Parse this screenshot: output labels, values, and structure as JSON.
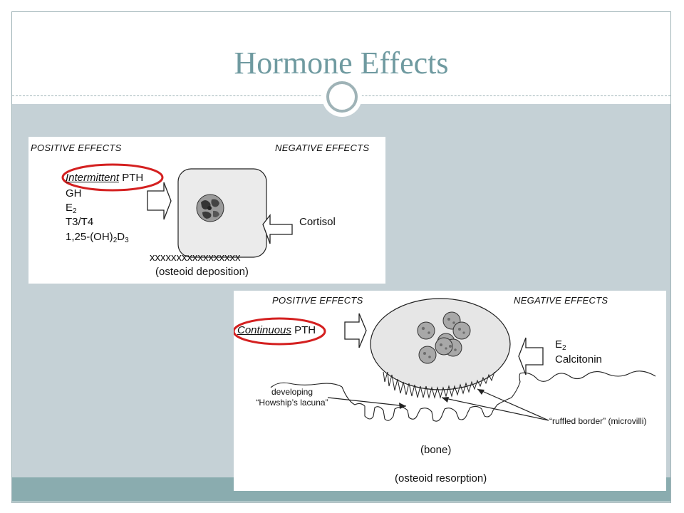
{
  "slide": {
    "title": "Hormone Effects"
  },
  "deposition_panel": {
    "positive_header": "POSITIVE EFFECTS",
    "negative_header": "NEGATIVE EFFECTS",
    "positive_items": {
      "pth_qualifier": "Intermittent",
      "pth_name": "PTH",
      "gh": "GH",
      "e2_base": "E",
      "e2_sub": "2",
      "thyroid": "T3/T4",
      "vitd_part1": "1,25-(OH)",
      "vitd_sub1": "2",
      "vitd_part2": "D",
      "vitd_sub2": "3"
    },
    "negative_items": {
      "cortisol": "Cortisol"
    },
    "osteoid_marks": "xxxxxxxxxxxxxxxxx",
    "caption": "(osteoid deposition)"
  },
  "resorption_panel": {
    "positive_header": "POSITIVE EFFECTS",
    "negative_header": "NEGATIVE EFFECTS",
    "positive_items": {
      "pth_qualifier": "Continuous",
      "pth_name": "PTH"
    },
    "negative_items": {
      "e2_base": "E",
      "e2_sub": "2",
      "calcitonin": "Calcitonin"
    },
    "lacuna_label_line1": "developing",
    "lacuna_label_line2": "“Howship’s lacuna”",
    "ruffled_border_label": "“ruffled border” (microvilli)",
    "bone_label": "(bone)",
    "caption": "(osteoid resorption)"
  },
  "colors": {
    "title": "#6f9aa0",
    "content_background": "#c5d1d6",
    "footer": "#8aacaf",
    "highlight_circle": "#d42020",
    "osteoclast_fill": "#e6e6e6",
    "osteoblast_fill": "#ebebeb"
  }
}
